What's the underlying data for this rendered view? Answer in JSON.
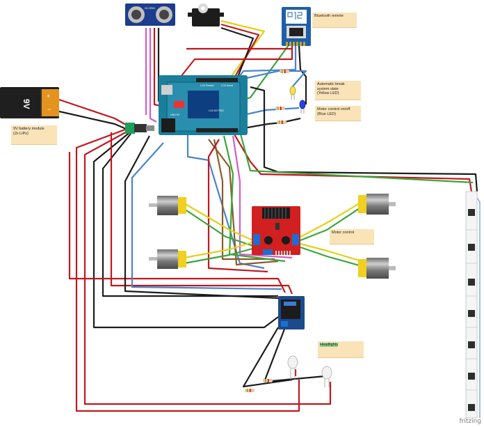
{
  "notes": {
    "bluetooth": "Bluetooth remote",
    "brake": [
      "Automatic break",
      "system state",
      "(Yellow LED)"
    ],
    "motor_led": [
      "Motor control on/off",
      "(Blue LED)"
    ],
    "battery": [
      "9V battery module",
      "(2x LiPo)"
    ],
    "motor_control": "Motor control",
    "headlights": "Headlights"
  },
  "components": {
    "ultrasonic_label": "HC-SR04",
    "battery_label": "9V",
    "battery_plus": "+",
    "battery_minus": "−",
    "arduino_label": "UNO R3",
    "arduino_header_left": "LCD Parallel",
    "arduino_header_right": "LCD Serial",
    "arduino_center": "LCD KEYPAD"
  },
  "brand": "fritzing",
  "colors": {
    "red_wire": "#c0181e",
    "black_wire": "#1c1c1c",
    "yellow_wire": "#e2d11a",
    "green_wire": "#3aa53a",
    "blue_wire": "#4a84c8",
    "pink_wire": "#d35cc8",
    "brown_wire": "#8a5a2b",
    "note_bg": "#fbe3b8"
  }
}
